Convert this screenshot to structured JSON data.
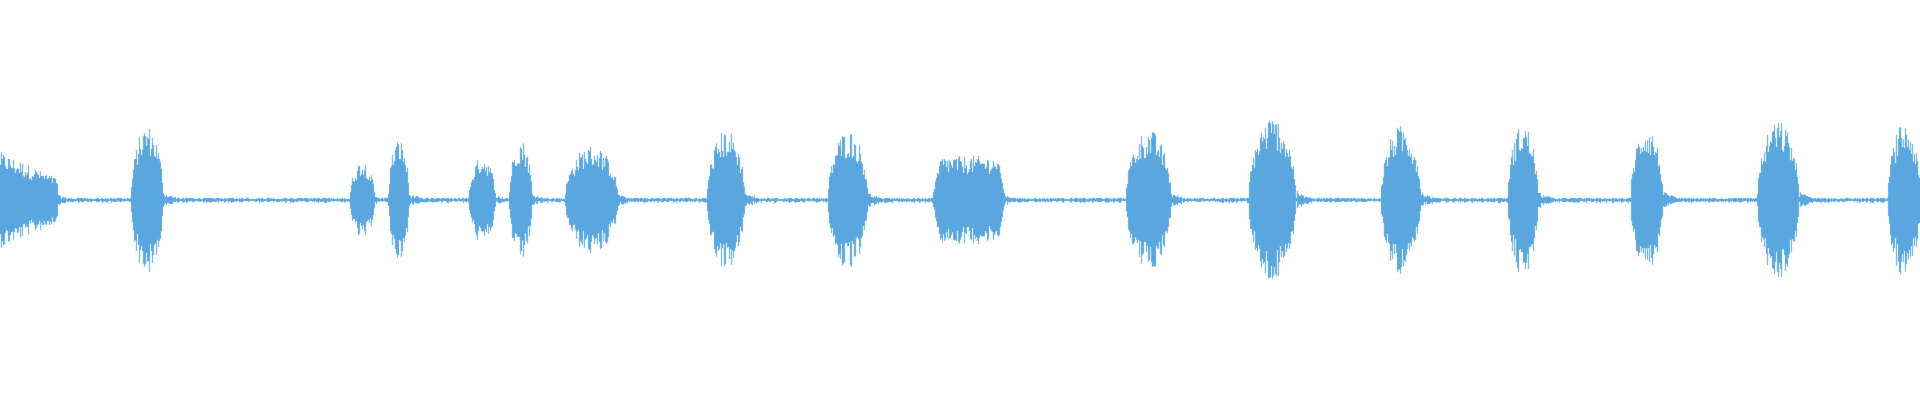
{
  "waveform": {
    "color": "#5aa7e0",
    "background": "#ffffff",
    "baseline_amplitude": 0.01,
    "segments": [
      {
        "start": 0.0,
        "end": 0.03,
        "amp": 0.22,
        "shape": "decay"
      },
      {
        "start": 0.068,
        "end": 0.085,
        "amp": 0.34,
        "shape": "dome"
      },
      {
        "start": 0.182,
        "end": 0.195,
        "amp": 0.18,
        "shape": "dome"
      },
      {
        "start": 0.202,
        "end": 0.213,
        "amp": 0.28,
        "shape": "dome"
      },
      {
        "start": 0.244,
        "end": 0.258,
        "amp": 0.2,
        "shape": "dome"
      },
      {
        "start": 0.265,
        "end": 0.277,
        "amp": 0.28,
        "shape": "dome"
      },
      {
        "start": 0.294,
        "end": 0.322,
        "amp": 0.25,
        "shape": "dome"
      },
      {
        "start": 0.368,
        "end": 0.388,
        "amp": 0.32,
        "shape": "dome"
      },
      {
        "start": 0.431,
        "end": 0.452,
        "amp": 0.32,
        "shape": "dome"
      },
      {
        "start": 0.485,
        "end": 0.524,
        "amp": 0.2,
        "shape": "flat"
      },
      {
        "start": 0.586,
        "end": 0.61,
        "amp": 0.32,
        "shape": "dome"
      },
      {
        "start": 0.65,
        "end": 0.675,
        "amp": 0.38,
        "shape": "dome"
      },
      {
        "start": 0.719,
        "end": 0.74,
        "amp": 0.34,
        "shape": "dome"
      },
      {
        "start": 0.785,
        "end": 0.801,
        "amp": 0.35,
        "shape": "dome"
      },
      {
        "start": 0.849,
        "end": 0.866,
        "amp": 0.34,
        "shape": "dome"
      },
      {
        "start": 0.915,
        "end": 0.937,
        "amp": 0.36,
        "shape": "dome"
      },
      {
        "start": 0.983,
        "end": 1.0,
        "amp": 0.35,
        "shape": "dome"
      }
    ]
  }
}
